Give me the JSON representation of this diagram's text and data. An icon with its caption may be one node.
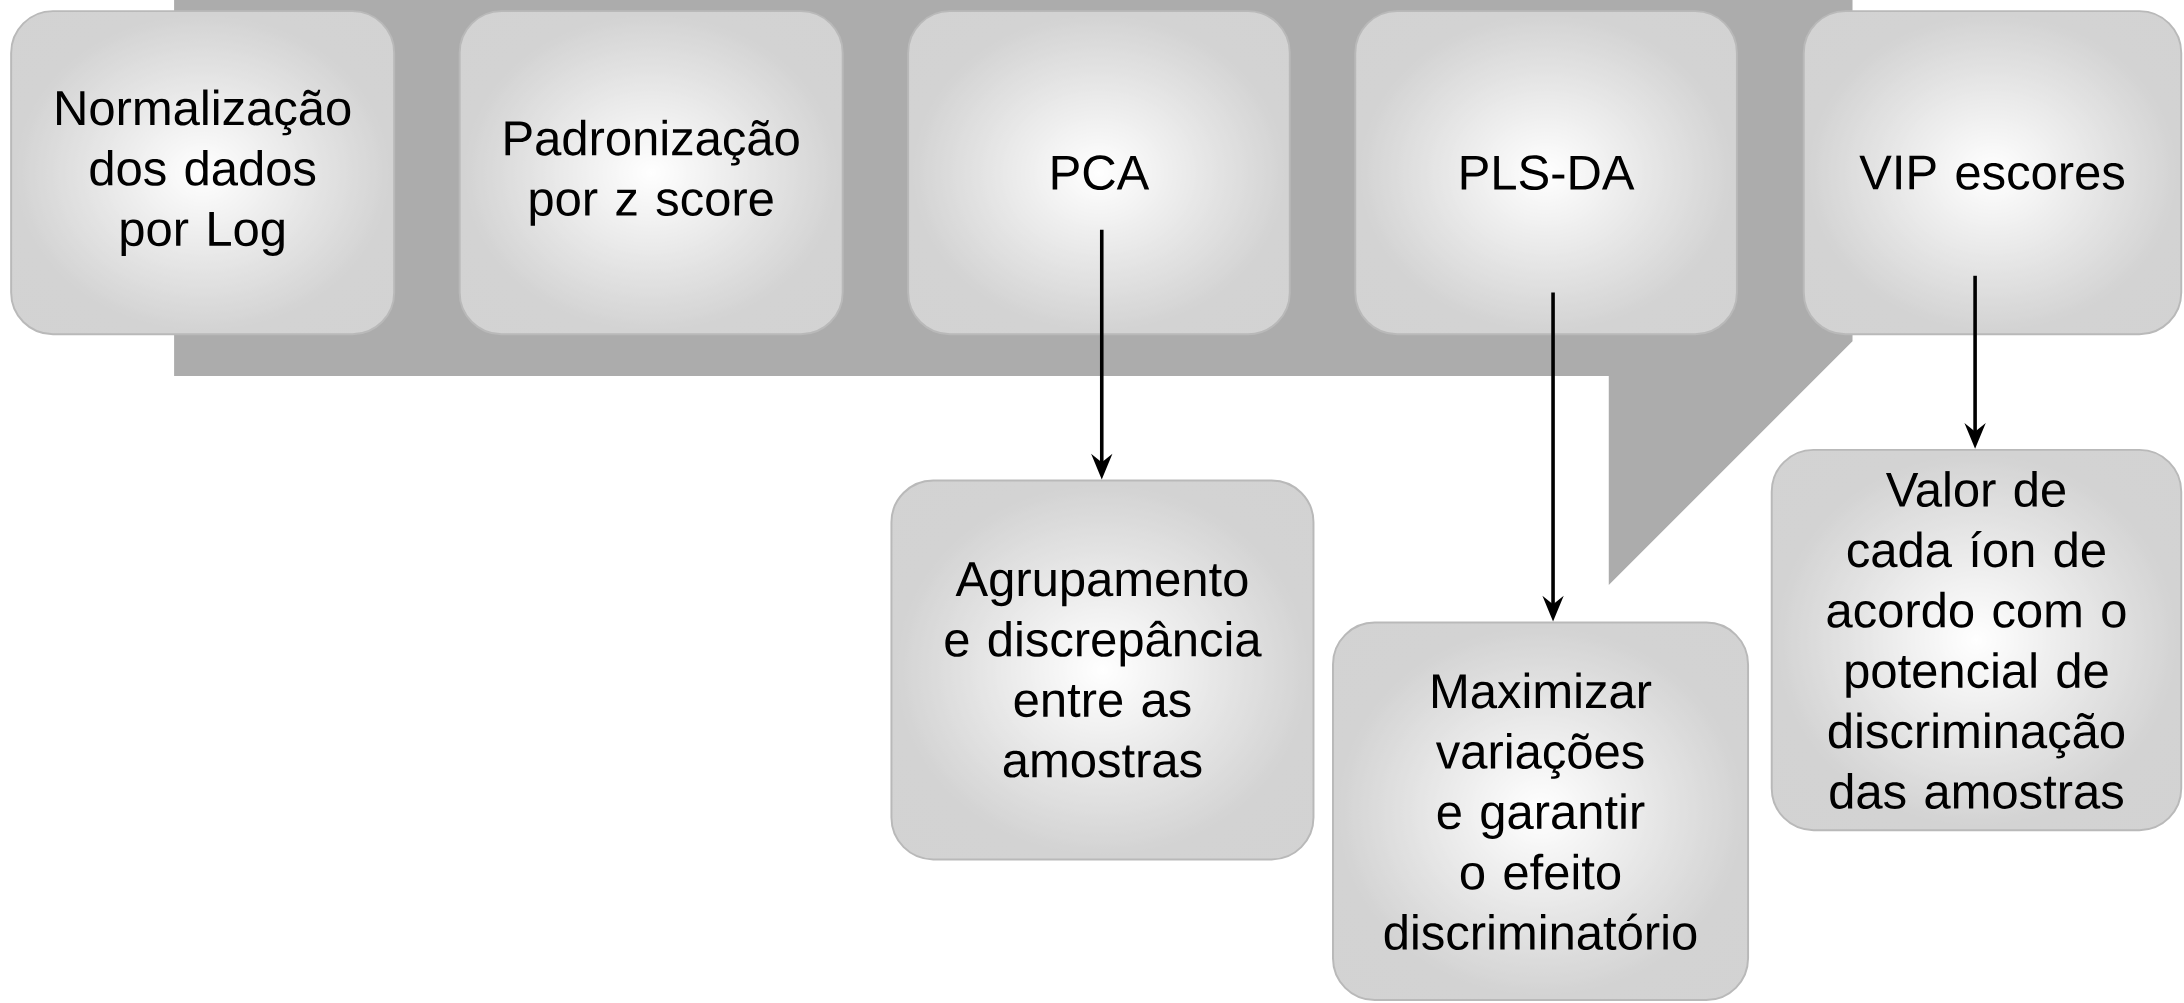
{
  "diagram": {
    "nodes": [
      {
        "text": [
          "Normalização dos dados por Log"
        ]
      },
      {
        "text": [
          "Padronização por z score"
        ]
      },
      {
        "text": [
          "PCA"
        ]
      },
      {
        "text": [
          "PLS-DA"
        ]
      },
      {
        "text": [
          "VIP escores"
        ]
      },
      {
        "text": [
          "Agrupamento e discrepância entre as amostras"
        ]
      },
      {
        "text": [
          "Maximizar variações e garantir o efeito discriminatório"
        ]
      },
      {
        "text": [
          "Valor de cada íon de acordo com o potencial de discriminação das amostras"
        ]
      }
    ],
    "edges": [
      {
        "from": 2,
        "to": 5,
        "arrow": "to"
      },
      {
        "from": 3,
        "to": 6,
        "arrow": "to"
      },
      {
        "from": 4,
        "to": 7,
        "arrow": "to"
      }
    ]
  }
}
